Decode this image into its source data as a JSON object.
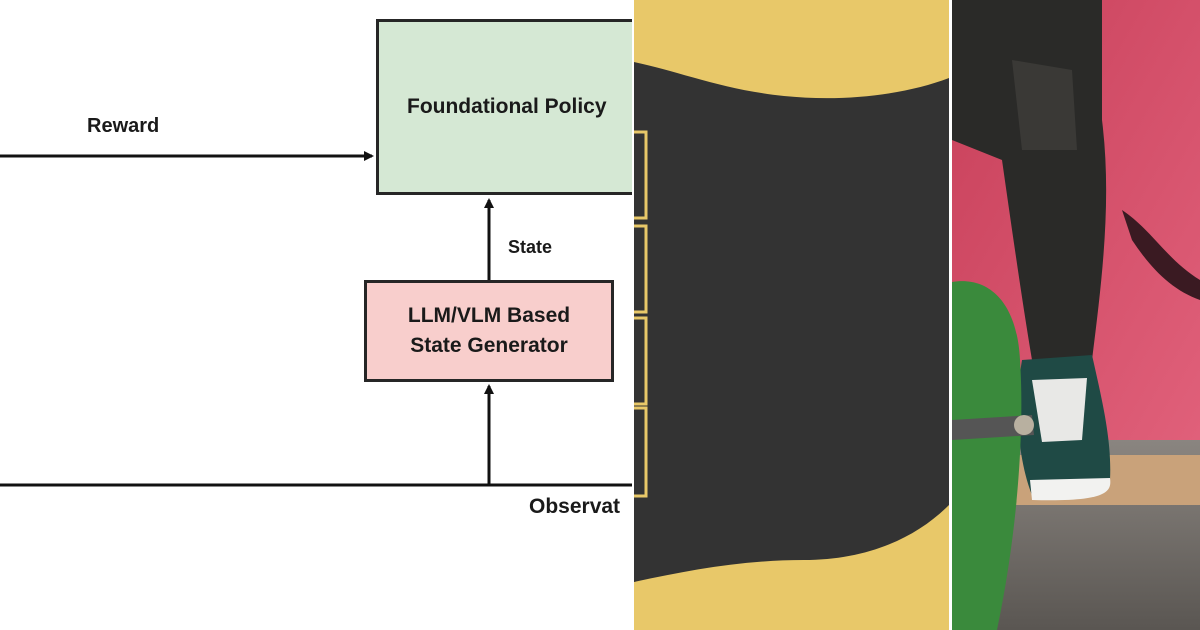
{
  "diagram": {
    "reward_label": "Reward",
    "policy_label": "Foundational Policy",
    "state_label": "State",
    "state_generator_line1": "LLM/VLM Based",
    "state_generator_line2": "State Generator",
    "observation_label": "Observat"
  },
  "colors": {
    "policy_fill": "#d5e8d4",
    "generator_fill": "#f8cecc",
    "abstract_yellow": "#e8c869",
    "abstract_dark": "#333333",
    "wall_pink": "#d8506a"
  },
  "icons": {
    "abstract_graphic": "wave-shapes",
    "photo": "skateboarder-sneaker-photo"
  }
}
